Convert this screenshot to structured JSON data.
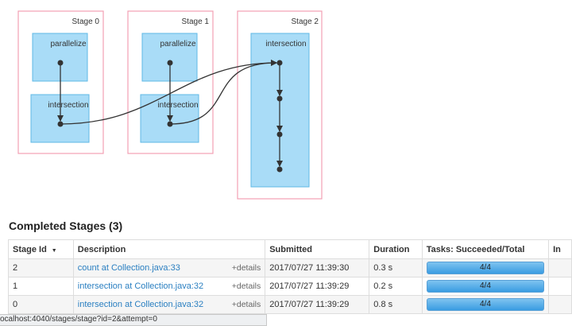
{
  "dag": {
    "stages": [
      {
        "label": "Stage 0",
        "nodes": [
          "parallelize",
          "intersection"
        ]
      },
      {
        "label": "Stage 1",
        "nodes": [
          "parallelize",
          "intersection"
        ]
      },
      {
        "label": "Stage 2",
        "nodes": [
          "intersection"
        ]
      }
    ]
  },
  "completed": {
    "title": "Completed Stages (3)",
    "columns": [
      "Stage Id",
      "Description",
      "Submitted",
      "Duration",
      "Tasks: Succeeded/Total",
      "In"
    ],
    "sort_indicator": "▼",
    "rows": [
      {
        "id": "2",
        "description": "count at Collection.java:33",
        "details": "+details",
        "submitted": "2017/07/27 11:39:30",
        "duration": "0.3 s",
        "tasks": "4/4"
      },
      {
        "id": "1",
        "description": "intersection at Collection.java:32",
        "details": "+details",
        "submitted": "2017/07/27 11:39:29",
        "duration": "0.2 s",
        "tasks": "4/4"
      },
      {
        "id": "0",
        "description": "intersection at Collection.java:32",
        "details": "+details",
        "submitted": "2017/07/27 11:39:29",
        "duration": "0.8 s",
        "tasks": "4/4"
      }
    ]
  },
  "status_bar": {
    "url": "ocalhost:4040/stages/stage?id=2&attempt=0"
  }
}
